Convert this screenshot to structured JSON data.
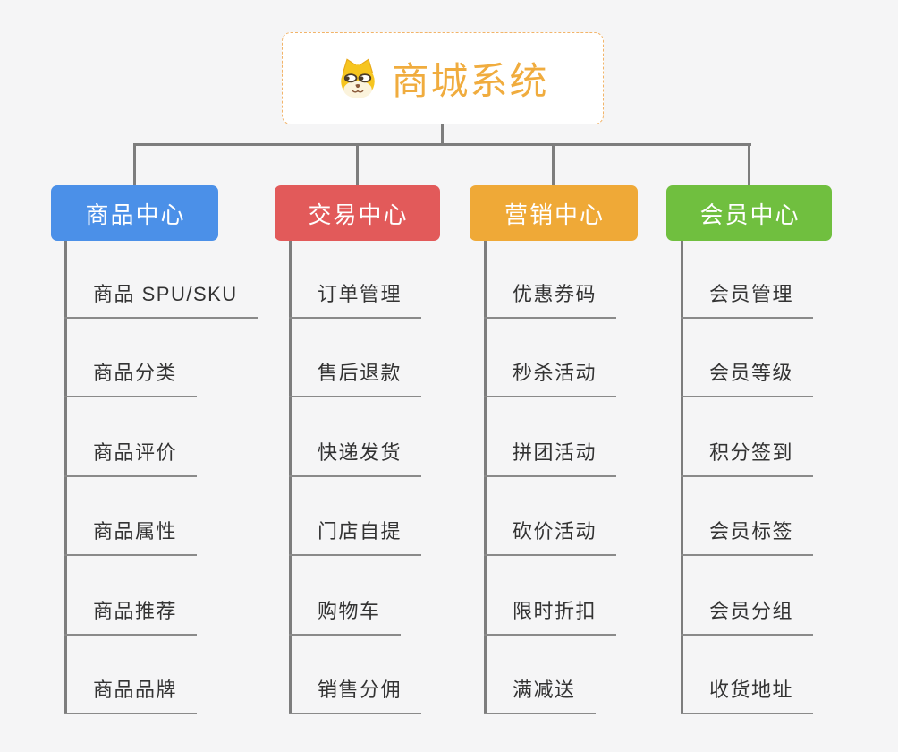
{
  "canvas": {
    "background_color": "#f5f5f6",
    "connector_color": "#7d7d7d"
  },
  "root": {
    "title": "商城系统",
    "title_color": "#f0ac3e",
    "border_color": "#f2b469",
    "icon": "dog-icon"
  },
  "branches": [
    {
      "label": "商品中心",
      "color": "#4b90e8",
      "items": [
        "商品 SPU/SKU",
        "商品分类",
        "商品评价",
        "商品属性",
        "商品推荐",
        "商品品牌"
      ]
    },
    {
      "label": "交易中心",
      "color": "#e25a5a",
      "items": [
        "订单管理",
        "售后退款",
        "快递发货",
        "门店自提",
        "购物车",
        "销售分佣"
      ]
    },
    {
      "label": "营销中心",
      "color": "#efa937",
      "items": [
        "优惠券码",
        "秒杀活动",
        "拼团活动",
        "砍价活动",
        "限时折扣",
        "满减送"
      ]
    },
    {
      "label": "会员中心",
      "color": "#70bf3f",
      "items": [
        "会员管理",
        "会员等级",
        "积分签到",
        "会员标签",
        "会员分组",
        "收货地址"
      ]
    }
  ]
}
